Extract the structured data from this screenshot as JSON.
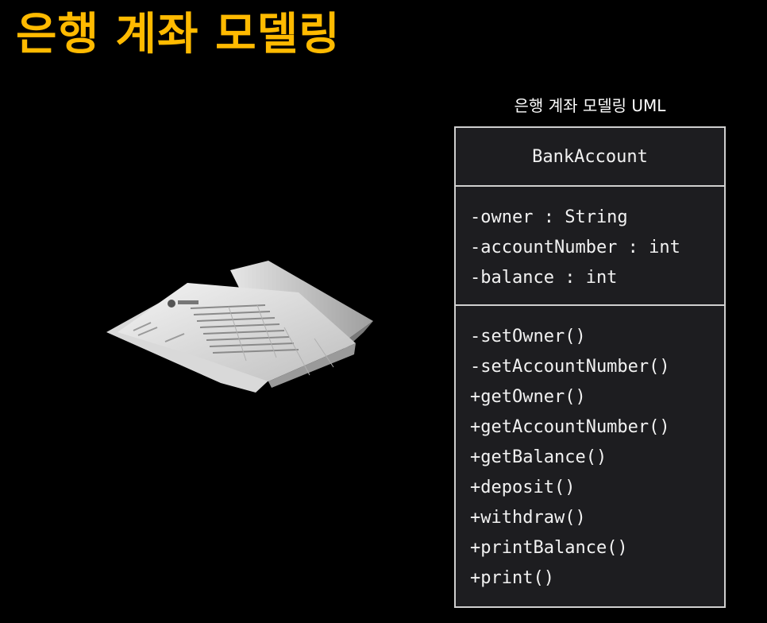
{
  "title": "은행 계좌 모델링",
  "uml": {
    "caption": "은행 계좌 모델링 UML",
    "class_name": "BankAccount",
    "attributes": [
      "-owner : String",
      "-accountNumber : int",
      "-balance : int"
    ],
    "methods": [
      "-setOwner()",
      "-setAccountNumber()",
      "+getOwner()",
      "+getAccountNumber()",
      "+getBalance()",
      "+deposit()",
      "+withdraw()",
      "+printBalance()",
      "+print()"
    ]
  },
  "colors": {
    "background": "#000000",
    "title": "#FFBA00",
    "uml_fill": "#1D1D20",
    "uml_border": "#CFCFCF",
    "uml_text": "#F2F2F2"
  },
  "illustration": {
    "icon": "bank-statement-papers-icon"
  }
}
